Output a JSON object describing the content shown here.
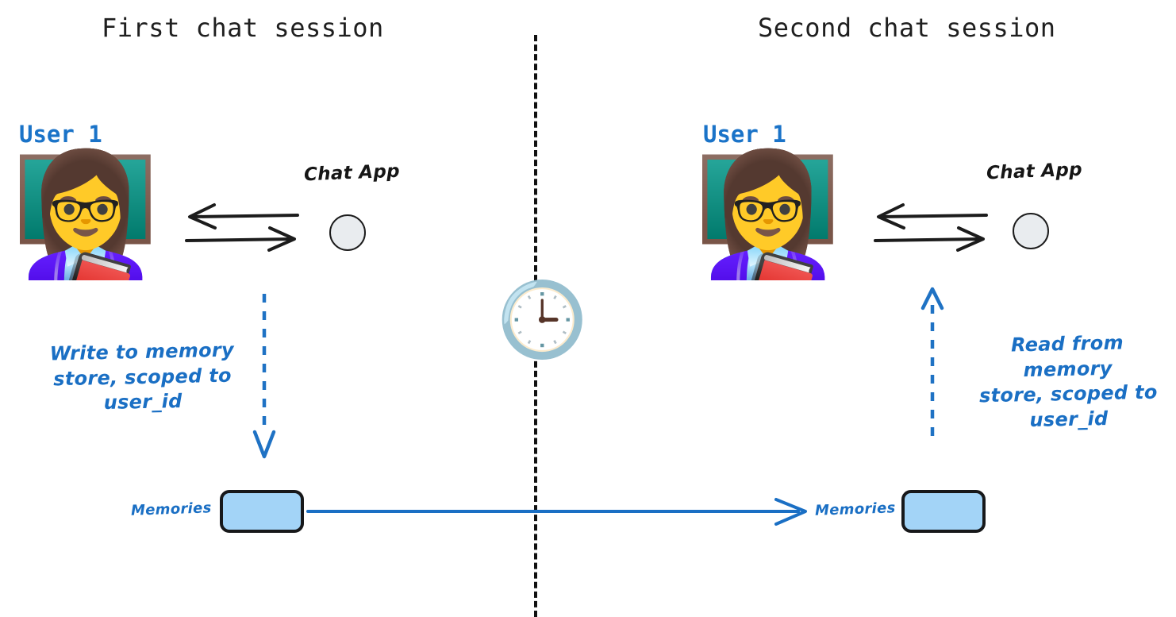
{
  "diagram": {
    "title_left": "First chat session",
    "title_right": "Second chat session",
    "colors": {
      "accent_blue": "#1a6fc4",
      "user_blue": "#1a73c8",
      "memory_fill": "#a3d4f7",
      "memory_stroke": "#17181a",
      "app_circle_fill": "#e9ecef",
      "ink_black": "#1c1c1c"
    },
    "divider": {
      "name": "session-divider",
      "style": "dashed-vertical"
    },
    "clock": {
      "icon": "clock-icon",
      "glyph": "🕒"
    },
    "sessions": [
      {
        "id": "first",
        "title": "First chat session",
        "user_label": "User 1",
        "avatar_icon": "woman-teacher-emoji",
        "avatar_glyph": "👩‍🏫",
        "chat_app_label": "Chat App",
        "exchange_arrows": [
          "arrow-left",
          "arrow-right"
        ],
        "memory_arrow_direction": "down",
        "note": "Write to memory store, scoped to user_id",
        "note_lines": [
          "Write to memory",
          "store, scoped to",
          "user_id"
        ],
        "memories_label": "Memories"
      },
      {
        "id": "second",
        "title": "Second chat session",
        "user_label": "User 1",
        "avatar_icon": "woman-teacher-emoji",
        "avatar_glyph": "👩‍🏫",
        "chat_app_label": "Chat App",
        "exchange_arrows": [
          "arrow-left",
          "arrow-right"
        ],
        "memory_arrow_direction": "up",
        "note": "Read from memory store, scoped to user_id",
        "note_lines": [
          "Read from memory",
          "store, scoped to",
          "user_id"
        ],
        "memories_label": "Memories"
      }
    ],
    "memory_link": {
      "name": "memory-persistence-arrow",
      "direction": "left-to-right"
    }
  }
}
